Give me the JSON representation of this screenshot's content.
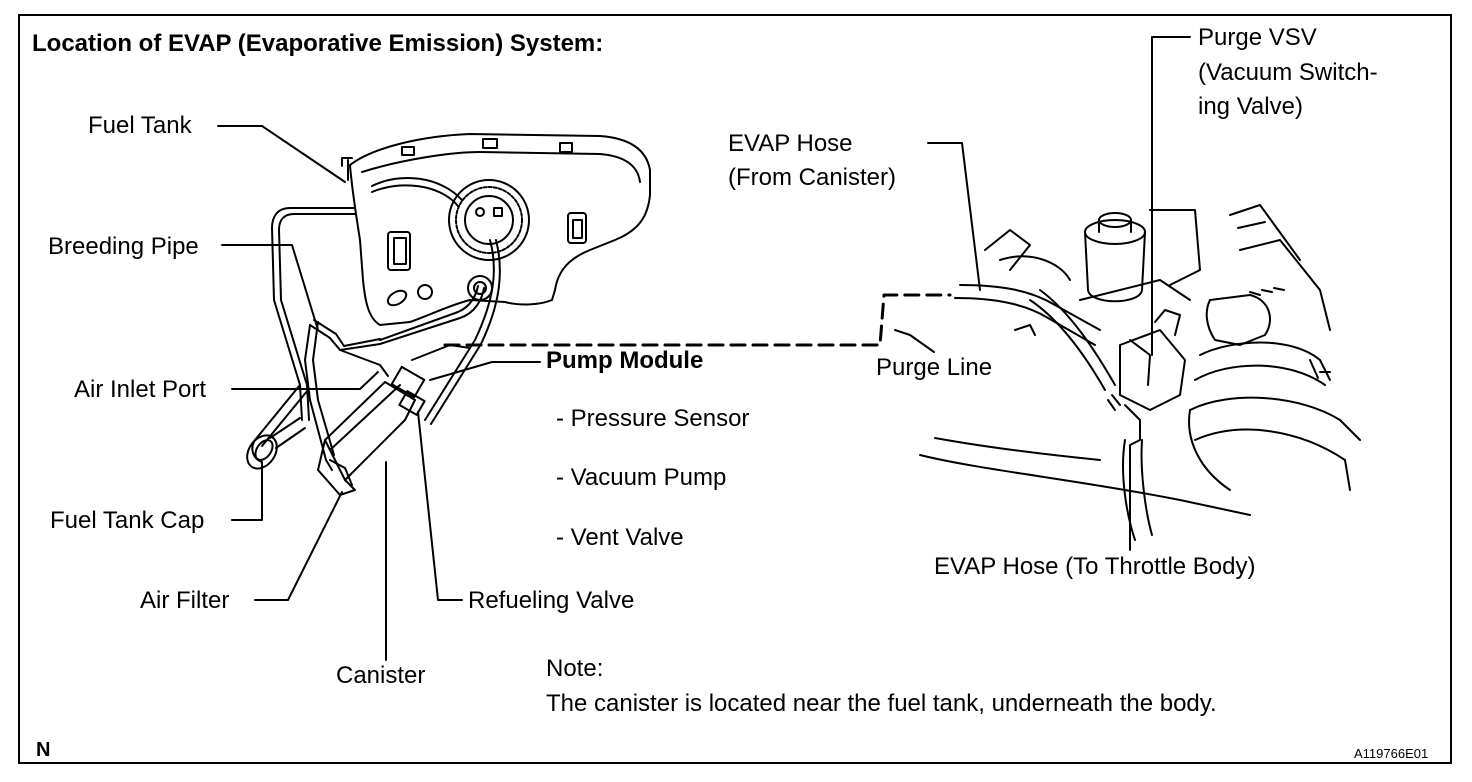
{
  "title": "Location of EVAP (Evaporative Emission) System:",
  "labels": {
    "fuel_tank": "Fuel Tank",
    "breeding_pipe": "Breeding Pipe",
    "air_inlet_port": "Air Inlet Port",
    "fuel_tank_cap": "Fuel Tank Cap",
    "air_filter": "Air Filter",
    "canister": "Canister",
    "refueling_valve": "Refueling Valve",
    "pump_module": "Pump Module",
    "pump_items": [
      "- Pressure Sensor",
      "- Vacuum Pump",
      "- Vent Valve"
    ],
    "evap_hose_from_1": "EVAP Hose",
    "evap_hose_from_2": "(From Canister)",
    "purge_vsv_1": "Purge VSV",
    "purge_vsv_2": "(Vacuum Switch-",
    "purge_vsv_3": "ing Valve)",
    "purge_line": "Purge Line",
    "evap_hose_to": "EVAP Hose (To Throttle Body)"
  },
  "note": {
    "heading": "Note:",
    "text": "The canister is located near the fuel tank, underneath the body."
  },
  "corner_left": "N",
  "figure_code": "A119766E01"
}
